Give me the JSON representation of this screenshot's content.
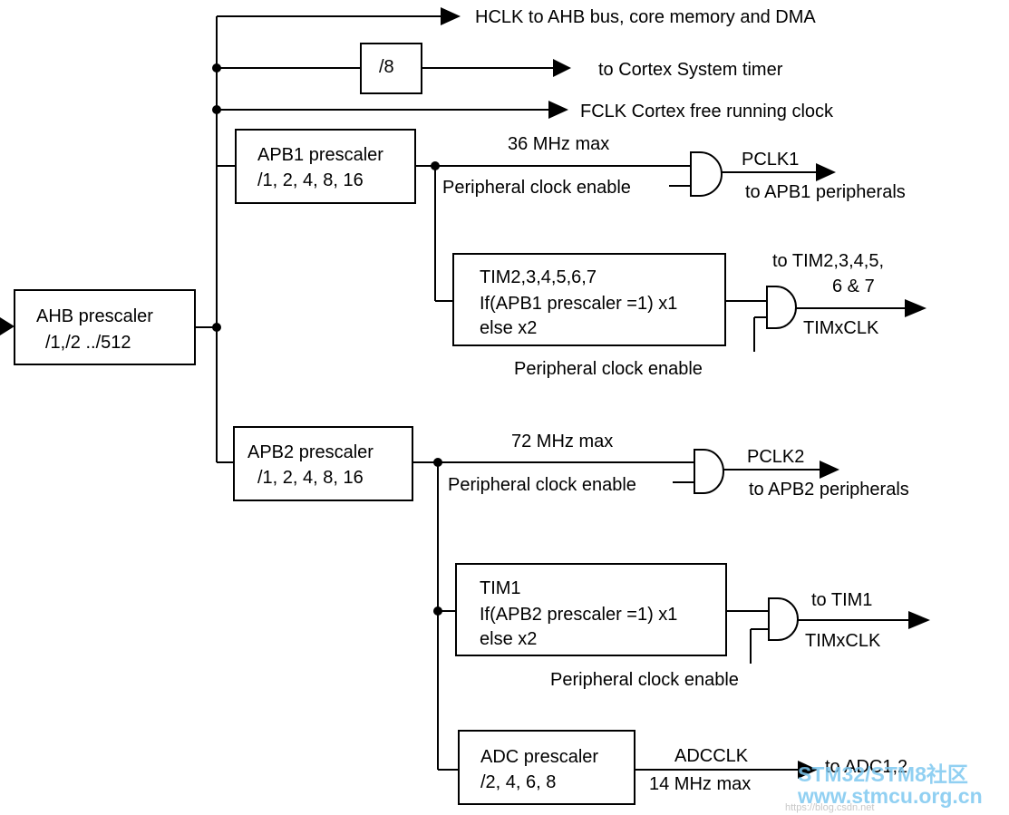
{
  "colors": {
    "line": "#000000",
    "watermark": "#7ec8f0"
  },
  "blocks": {
    "ahb": {
      "line1": "AHB prescaler",
      "line2": "/1,/2 ../512"
    },
    "div8": {
      "line1": "/8"
    },
    "apb1": {
      "line1": "APB1 prescaler",
      "line2": "/1, 2, 4, 8, 16"
    },
    "tim2_7": {
      "line1": "TIM2,3,4,5,6,7",
      "line2": "If(APB1 prescaler =1) x1",
      "line3": "else x2"
    },
    "apb2": {
      "line1": "APB2 prescaler",
      "line2": "/1, 2, 4, 8, 16"
    },
    "tim1": {
      "line1": "TIM1",
      "line2": "If(APB2 prescaler =1) x1",
      "line3": "else x2"
    },
    "adc": {
      "line1": "ADC prescaler",
      "line2": "/2, 4, 6, 8"
    }
  },
  "labels": {
    "hclk": "HCLK to AHB bus, core memory and DMA",
    "systick": "to Cortex System timer",
    "fclk": "FCLK Cortex free running clock",
    "apb1_max": "36 MHz max",
    "apb1_enable": "Peripheral clock enable",
    "pclk1": "PCLK1",
    "pclk1_dest": "to APB1 peripherals",
    "tim2_dest_1": "to TIM2,3,4,5,",
    "tim2_dest_2": "6 & 7",
    "tim2_clk": "TIMxCLK",
    "tim2_enable": "Peripheral clock enable",
    "apb2_max": "72 MHz max",
    "apb2_enable": "Peripheral clock enable",
    "pclk2": "PCLK2",
    "pclk2_dest": "to APB2 peripherals",
    "tim1_dest": "to TIM1",
    "tim1_clk": "TIMxCLK",
    "tim1_enable": "Peripheral clock enable",
    "adcclk": "ADCCLK",
    "adc_max": "14 MHz max",
    "adc_dest": "to ADC1,2"
  },
  "watermark": {
    "line1": "STM32/STM8社区",
    "line2": "www.stmcu.org.cn",
    "line3": "https://blog.csdn.net"
  }
}
